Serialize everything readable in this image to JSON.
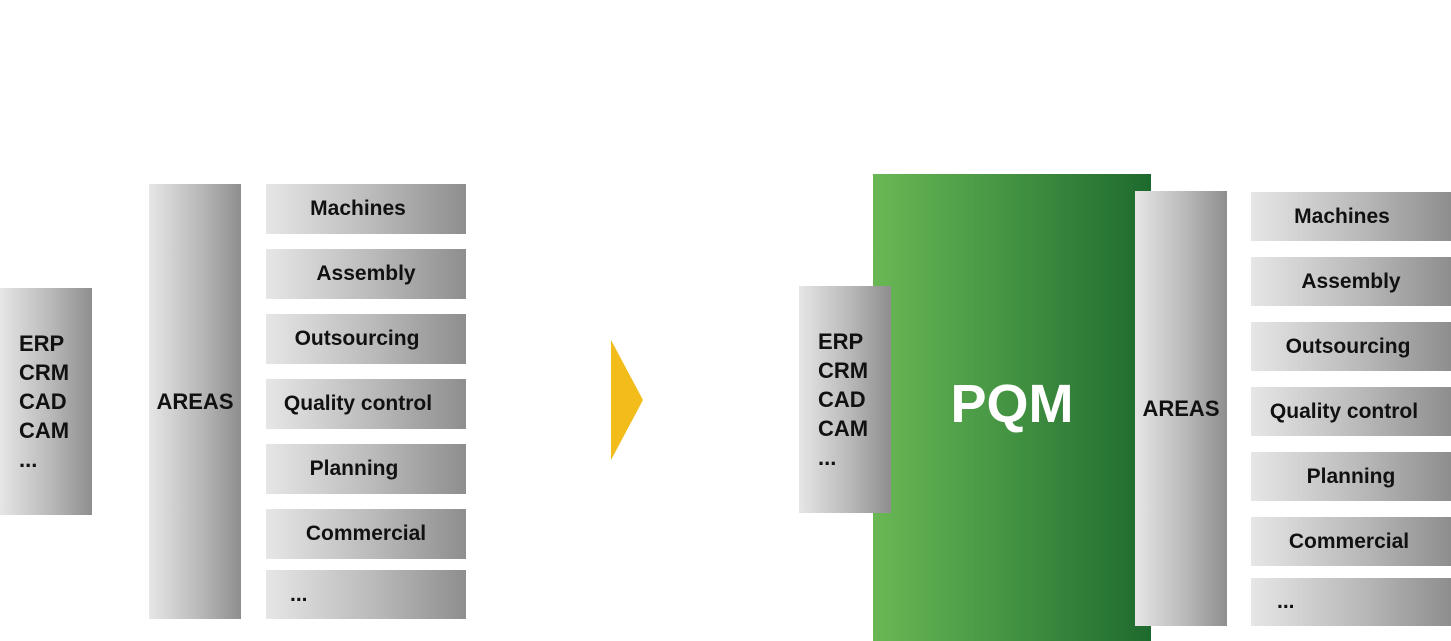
{
  "before": {
    "systems": [
      "ERP",
      "CRM",
      "CAD",
      "CAM",
      "..."
    ],
    "areas_label": "AREAS",
    "items": [
      "Machines",
      "Assembly",
      "Outsourcing",
      "Quality control",
      "Planning",
      "Commercial",
      "..."
    ]
  },
  "after": {
    "systems": [
      "ERP",
      "CRM",
      "CAD",
      "CAM",
      "..."
    ],
    "pqm_label": "PQM",
    "areas_label": "AREAS",
    "items": [
      "Machines",
      "Assembly",
      "Outsourcing",
      "Quality control",
      "Planning",
      "Commercial",
      "..."
    ]
  },
  "colors": {
    "arrow": "#f2bd1a",
    "pqm_light": "#6ab854",
    "pqm_dark": "#1e6a2e",
    "box_light": "#e6e6e6",
    "box_dark": "#8e8e8e"
  }
}
